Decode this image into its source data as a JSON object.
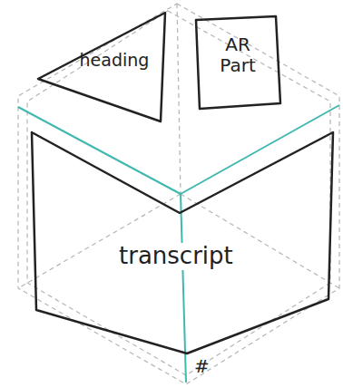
{
  "diagram": {
    "nodes": [
      {
        "text": [
          "heading"
        ]
      },
      {
        "text": [
          "AR Part"
        ]
      },
      {
        "text": [
          "transcript"
        ]
      }
    ],
    "labels": [
      "#"
    ]
  }
}
